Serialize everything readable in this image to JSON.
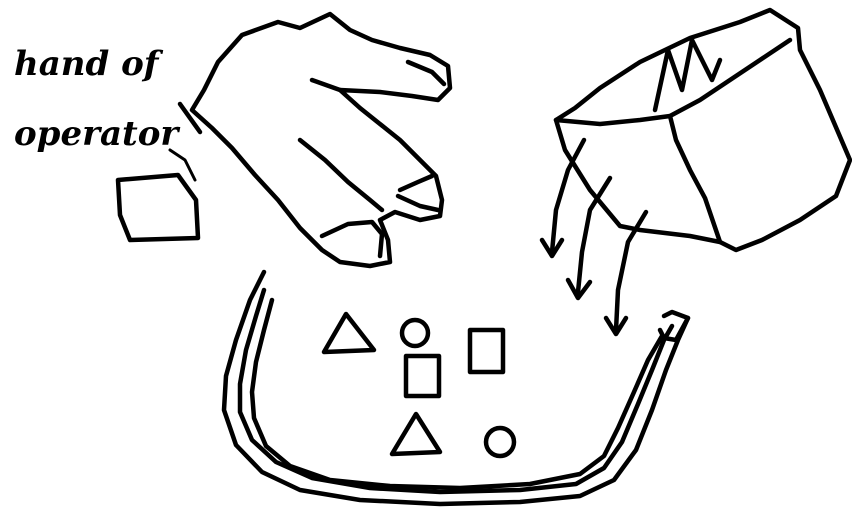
{
  "annotation": {
    "line1": "hand of",
    "line2": "operator"
  },
  "scene": {
    "shapes_in_tray": [
      "triangle",
      "circle",
      "square",
      "square",
      "triangle",
      "circle"
    ],
    "falling_arrows": 3,
    "ink_color": "#000000",
    "background_color": "#ffffff"
  }
}
